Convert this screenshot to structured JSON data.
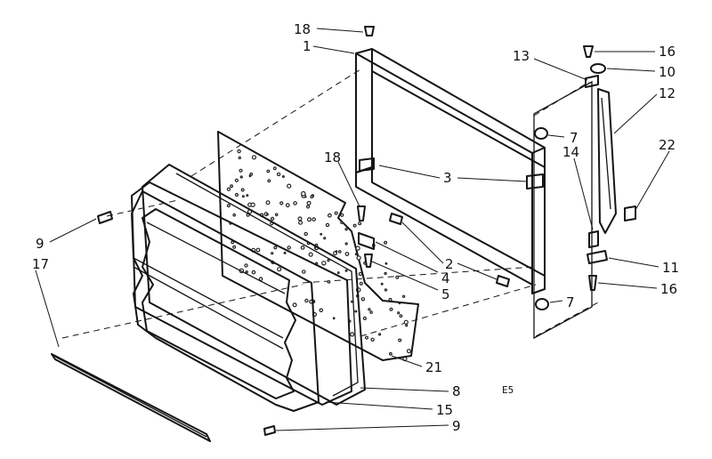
{
  "callouts": [
    {
      "id": "c18a",
      "text": "18"
    },
    {
      "id": "c1",
      "text": "1"
    },
    {
      "id": "c13",
      "text": "13"
    },
    {
      "id": "c16a",
      "text": "16"
    },
    {
      "id": "c10",
      "text": "10"
    },
    {
      "id": "c12",
      "text": "12"
    },
    {
      "id": "c7a",
      "text": "7"
    },
    {
      "id": "c22",
      "text": "22"
    },
    {
      "id": "c14",
      "text": "14"
    },
    {
      "id": "c18b",
      "text": "18"
    },
    {
      "id": "c3",
      "text": "3"
    },
    {
      "id": "c9a",
      "text": "9"
    },
    {
      "id": "c17",
      "text": "17"
    },
    {
      "id": "c2",
      "text": "2"
    },
    {
      "id": "c4",
      "text": "4"
    },
    {
      "id": "c5",
      "text": "5"
    },
    {
      "id": "c11",
      "text": "11"
    },
    {
      "id": "c16b",
      "text": "16"
    },
    {
      "id": "c7b",
      "text": "7"
    },
    {
      "id": "c21",
      "text": "21"
    },
    {
      "id": "c8",
      "text": "8"
    },
    {
      "id": "c15",
      "text": "15"
    },
    {
      "id": "c9b",
      "text": "9"
    }
  ],
  "figure_code": "E5"
}
